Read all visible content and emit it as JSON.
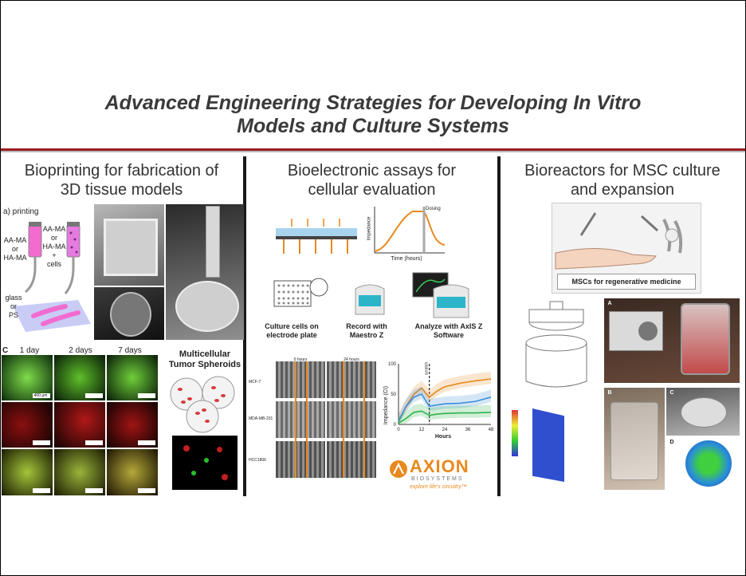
{
  "title": {
    "line1": "Advanced Engineering Strategies for Developing In Vitro",
    "line2": "Models and Culture Systems"
  },
  "colors": {
    "title_rule": "#9b1b1e",
    "divider": "#1a1a1a",
    "accent_orange": "#e8891e",
    "accent_blue": "#3c8fd8"
  },
  "columns": {
    "bioprinting": {
      "title_line1": "Bioprinting for fabrication of",
      "title_line2": "3D tissue models",
      "printing": {
        "panel_label": "a) printing",
        "bioink_left_line1": "AA-MA",
        "bioink_left_line2": "or",
        "bioink_left_line3": "HA-MA",
        "bioink_right_line1": "AA-MA",
        "bioink_right_line2": "or",
        "bioink_right_line3": "HA-MA",
        "bioink_right_line4": "+",
        "bioink_right_line5": "cells",
        "substrate_line1": "glass",
        "substrate_line2": "or",
        "substrate_line3": "PS"
      },
      "timecourse": {
        "panel_label": "C",
        "days": [
          "1 day",
          "2 days",
          "7 days"
        ],
        "scale_bar": "400 μm"
      },
      "spheroids": {
        "label_line1": "Multicellular",
        "label_line2": "Tumor Spheroids"
      }
    },
    "bioelectronic": {
      "title_line1": "Bioelectronic assays for",
      "title_line2": "cellular evaluation",
      "curve": {
        "ylabel": "Impedance",
        "xlabel": "Time (hours)",
        "annotation": "Dosing"
      },
      "steps": [
        {
          "line1": "Culture cells on",
          "line2": "electrode plate"
        },
        {
          "line1": "Record with",
          "line2": "Maestro Z"
        },
        {
          "line1": "Analyze with AxIS Z",
          "line2": "Software"
        }
      ],
      "scratch_grid": {
        "col_labels": [
          "0 hours",
          "24 hours"
        ],
        "row_labels": [
          "MCF-7",
          "MDA-MB-231",
          "HCC1806"
        ]
      },
      "brand": {
        "name": "AXION",
        "sub": "BIOSYSTEMS",
        "tagline": "explore life's circuitry™"
      }
    },
    "bioreactors": {
      "title_line1": "Bioreactors for MSC culture",
      "title_line2": "and expansion",
      "caption": "MSCs for regenerative medicine",
      "panel_labels": [
        "A",
        "B",
        "C",
        "D"
      ]
    }
  },
  "chart_data": {
    "type": "line",
    "title": "",
    "xlabel": "Hours",
    "ylabel": "Impedance (CI)",
    "xlim": [
      0,
      48
    ],
    "ylim": [
      0,
      100
    ],
    "xticks": [
      0,
      12,
      24,
      36,
      48
    ],
    "yticks": [
      0,
      50,
      100
    ],
    "annotation": {
      "text": "scratch",
      "x": 16
    },
    "series": [
      {
        "color": "#e8891e",
        "x": [
          0,
          4,
          8,
          12,
          16,
          20,
          24,
          32,
          40,
          48
        ],
        "y": [
          5,
          30,
          50,
          60,
          45,
          55,
          62,
          68,
          72,
          75
        ]
      },
      {
        "color": "#3c8fd8",
        "x": [
          0,
          4,
          8,
          12,
          16,
          20,
          24,
          32,
          40,
          48
        ],
        "y": [
          5,
          30,
          45,
          50,
          30,
          32,
          34,
          35,
          38,
          45
        ]
      },
      {
        "color": "#2fb24a",
        "x": [
          0,
          4,
          8,
          12,
          16,
          20,
          24,
          32,
          40,
          48
        ],
        "y": [
          2,
          10,
          20,
          22,
          15,
          17,
          18,
          19,
          19,
          20
        ]
      }
    ]
  }
}
